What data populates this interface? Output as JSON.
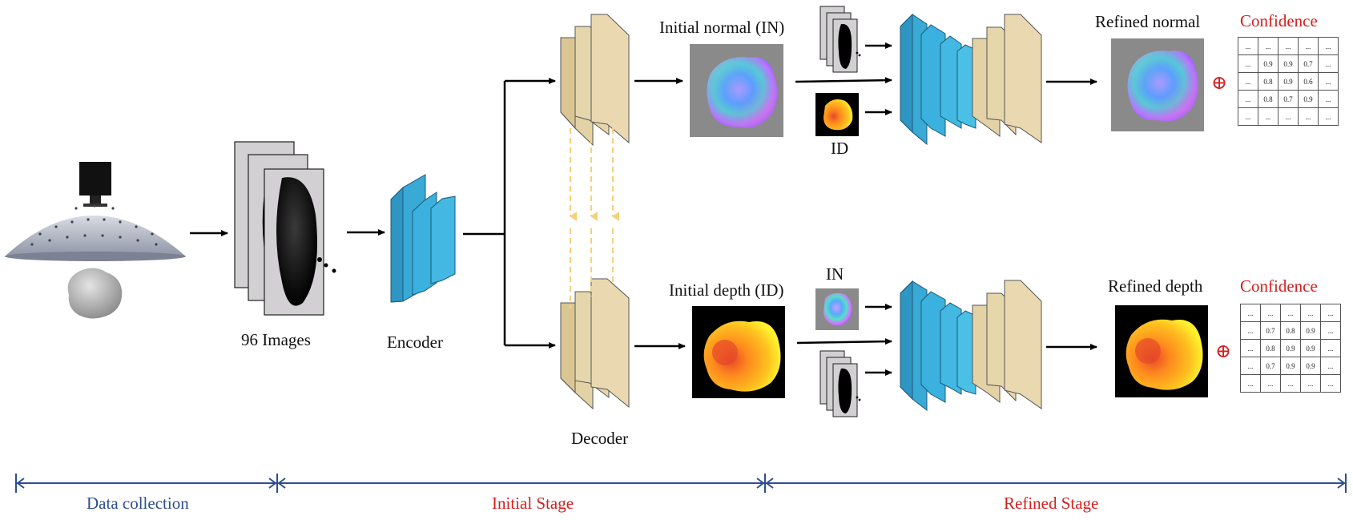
{
  "labels": {
    "images": "96 Images",
    "encoder": "Encoder",
    "decoder": "Decoder",
    "initial_normal": "Initial normal (IN)",
    "initial_depth": "Initial depth (ID)",
    "id_small": "ID",
    "in_small": "IN",
    "refined_normal": "Refined normal",
    "refined_depth": "Refined depth",
    "confidence_top": "Confidence",
    "confidence_bottom": "Confidence",
    "plus_symbol": "⊕"
  },
  "stages": {
    "data_collection": "Data collection",
    "initial": "Initial Stage",
    "refined": "Refined Stage"
  },
  "confidence_top": [
    [
      "...",
      "...",
      "...",
      "...",
      "..."
    ],
    [
      "...",
      "0.9",
      "0.9",
      "0.7",
      "..."
    ],
    [
      "...",
      "0.8",
      "0.9",
      "0.6",
      "..."
    ],
    [
      "...",
      "0.8",
      "0.7",
      "0.9",
      "..."
    ],
    [
      "...",
      "...",
      "...",
      "...",
      "..."
    ]
  ],
  "confidence_bottom": [
    [
      "...",
      "...",
      "...",
      "...",
      "..."
    ],
    [
      "...",
      "0.7",
      "0.8",
      "0.9",
      "..."
    ],
    [
      "...",
      "0.8",
      "0.9",
      "0.9",
      "..."
    ],
    [
      "...",
      "0.7",
      "0.9",
      "0.9",
      "..."
    ],
    [
      "...",
      "...",
      "...",
      "...",
      "..."
    ]
  ],
  "colors": {
    "tan_block": "#e3d2a5",
    "blue_block": "#39a9d6",
    "stage_red": "#d42020",
    "stage_blue": "#2e4f8e",
    "dashed_arrow": "#f5d27a"
  },
  "icons": [
    "camera-icon",
    "dome-light-icon",
    "object-icon",
    "image-stack-icon"
  ]
}
